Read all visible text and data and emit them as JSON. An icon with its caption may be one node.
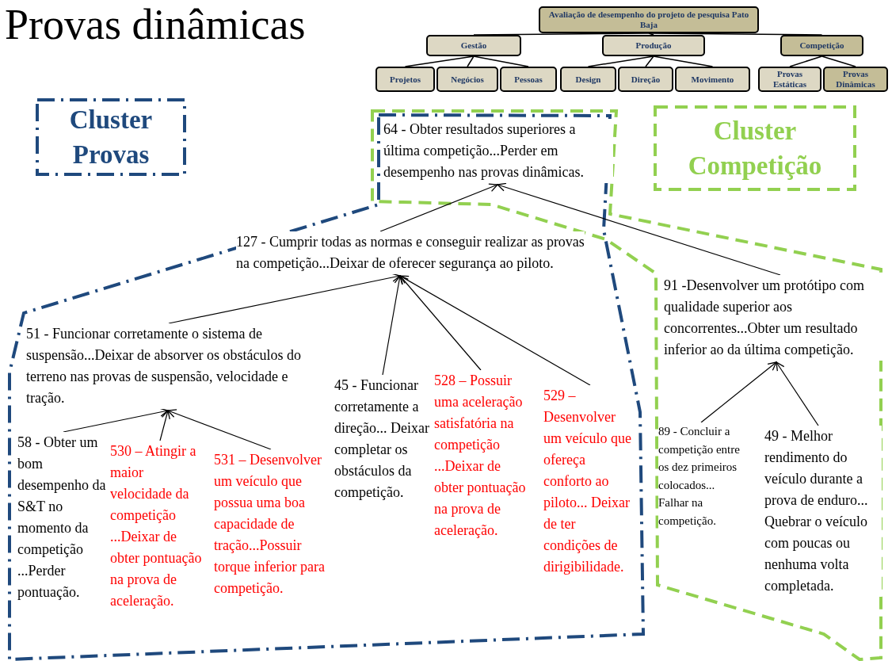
{
  "diagram": {
    "title": "Provas dinâmicas",
    "nodes": [
      {
        "text": [
          "Avaliação de desempenho do projeto de pesquisa Pato Baja"
        ]
      },
      {
        "text": [
          "Gestão"
        ]
      },
      {
        "text": [
          "Produção"
        ]
      },
      {
        "text": [
          "Competição"
        ]
      },
      {
        "text": [
          "Projetos"
        ]
      },
      {
        "text": [
          "Negócios"
        ]
      },
      {
        "text": [
          "Pessoas"
        ]
      },
      {
        "text": [
          "Design"
        ]
      },
      {
        "text": [
          "Direção"
        ]
      },
      {
        "text": [
          "Movimento"
        ]
      },
      {
        "text": [
          "Provas Estáticas"
        ]
      },
      {
        "text": [
          "Provas Dinâmicas"
        ]
      },
      {
        "text": [
          "Cluster Provas"
        ]
      },
      {
        "text": [
          "Cluster Competição"
        ]
      },
      {
        "text": [
          "64 - Obter resultados superiores a última competição...Perder em desempenho nas provas dinâmicas."
        ]
      },
      {
        "text": [
          "127 - Cumprir todas as normas e conseguir realizar as provas na competição...Deixar de oferecer segurança ao piloto."
        ]
      },
      {
        "text": [
          "51 - Funcionar corretamente o sistema de suspensão...Deixar de absorver os obstáculos do terreno nas provas de suspensão, velocidade e tração."
        ]
      },
      {
        "text": [
          "91 -Desenvolver um protótipo com qualidade superior aos concorrentes...Obter um resultado inferior ao da última competição."
        ]
      },
      {
        "text": [
          "58 - Obter um bom desempenho da S&T no momento da competição ...Perder pontuação."
        ]
      },
      {
        "text": [
          "530 – Atingir a maior velocidade da competição ...Deixar de obter pontuação na prova de aceleração."
        ]
      },
      {
        "text": [
          "531 – Desenvolver um veículo que possua uma boa capacidade de tração...Possuir torque inferior para competição."
        ]
      },
      {
        "text": [
          "45 - Funcionar corretamente a direção... Deixar completar os obstáculos da competição."
        ]
      },
      {
        "text": [
          "528 – Possuir uma aceleração satisfatória na competição ...Deixar de obter pontuação na prova de aceleração."
        ]
      },
      {
        "text": [
          "529 – Desenvolver um veículo que ofereça conforto ao piloto... Deixar de ter condições de dirigibilidade."
        ]
      },
      {
        "text": [
          "89 - Concluir a competição entre os dez primeiros colocados... Falhar na competição."
        ]
      },
      {
        "text": [
          "49 - Melhor rendimento do veículo durante a prova de enduro... Quebrar o veículo com poucas ou nenhuma volta completada."
        ]
      }
    ],
    "edges": [
      {
        "from": 0,
        "to": 1,
        "arrow": "none"
      },
      {
        "from": 0,
        "to": 2,
        "arrow": "none"
      },
      {
        "from": 0,
        "to": 3,
        "arrow": "none"
      },
      {
        "from": 1,
        "to": 4,
        "arrow": "none"
      },
      {
        "from": 1,
        "to": 5,
        "arrow": "none"
      },
      {
        "from": 1,
        "to": 6,
        "arrow": "none"
      },
      {
        "from": 2,
        "to": 7,
        "arrow": "none"
      },
      {
        "from": 2,
        "to": 8,
        "arrow": "none"
      },
      {
        "from": 2,
        "to": 9,
        "arrow": "none"
      },
      {
        "from": 3,
        "to": 10,
        "arrow": "none"
      },
      {
        "from": 3,
        "to": 11,
        "arrow": "none"
      },
      {
        "from": 15,
        "to": 14,
        "arrow": "to"
      },
      {
        "from": 17,
        "to": 14,
        "arrow": "to"
      },
      {
        "from": 16,
        "to": 15,
        "arrow": "to"
      },
      {
        "from": 21,
        "to": 15,
        "arrow": "to"
      },
      {
        "from": 22,
        "to": 15,
        "arrow": "to"
      },
      {
        "from": 23,
        "to": 15,
        "arrow": "to"
      },
      {
        "from": 18,
        "to": 16,
        "arrow": "to"
      },
      {
        "from": 19,
        "to": 16,
        "arrow": "to"
      },
      {
        "from": 20,
        "to": 16,
        "arrow": "to"
      },
      {
        "from": 24,
        "to": 17,
        "arrow": "to"
      },
      {
        "from": 25,
        "to": 17,
        "arrow": "to"
      }
    ]
  }
}
